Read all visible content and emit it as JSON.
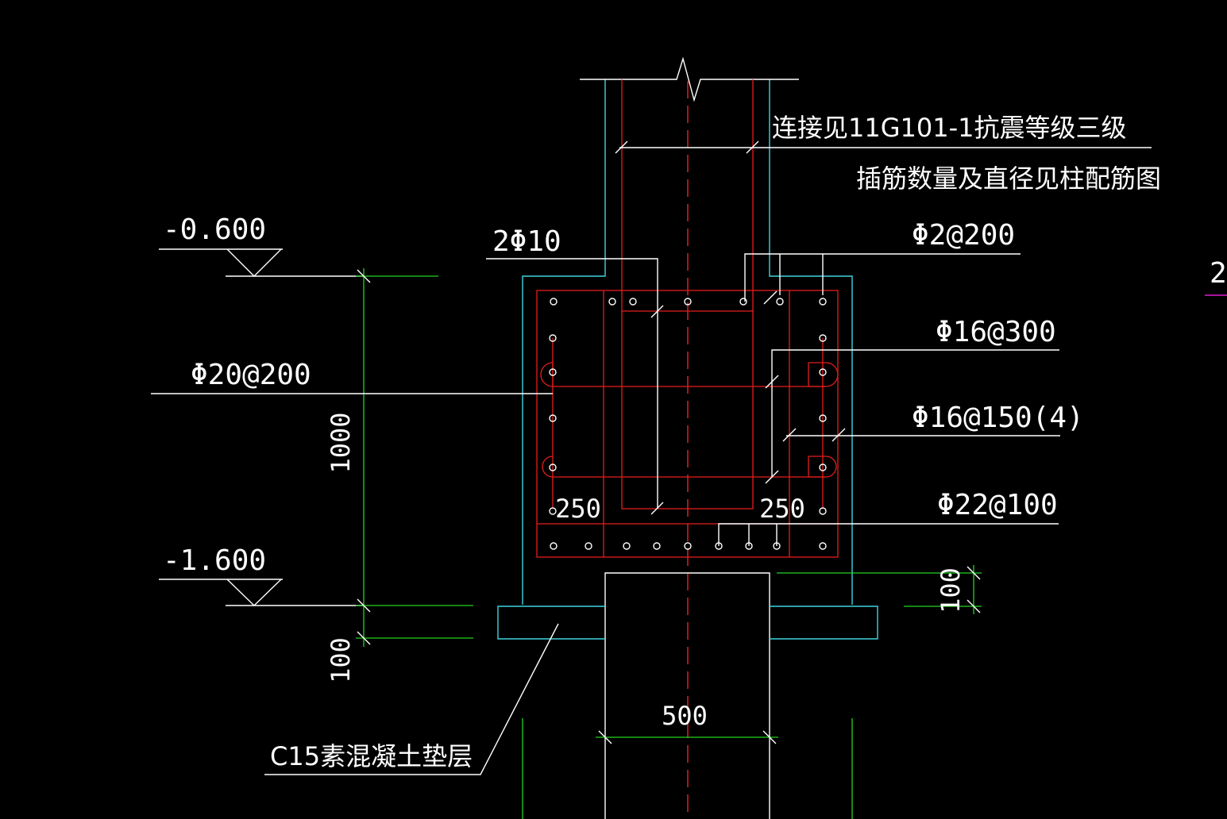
{
  "colors": {
    "background": "#000000",
    "annotation": "#ffffff",
    "outline": "#3fd4e0",
    "rebar": "#e81c1c",
    "dimension": "#22d422",
    "accent": "#e01bd0"
  },
  "levels": {
    "top": "-0.600",
    "bottom": "-1.600"
  },
  "notes": {
    "connection": "连接见11G101-1抗震等级三级",
    "dowels": "插筋数量及直径见柱配筋图"
  },
  "callouts": {
    "stirrup_2phi10": "2Φ10",
    "phi2_200": "Φ2@200",
    "phi20_200": "Φ20@200",
    "phi16_300": "Φ16@300",
    "phi16_150_4": "Φ16@150(4)",
    "phi22_100": "Φ22@100",
    "cushion": "C15素混凝土垫层"
  },
  "dimensions": {
    "cap_height": "1000",
    "cushion_left": "100",
    "cushion_right": "100",
    "pile_width": "500",
    "edge_left": "250",
    "edge_right": "250"
  },
  "edge_glyph": "2"
}
